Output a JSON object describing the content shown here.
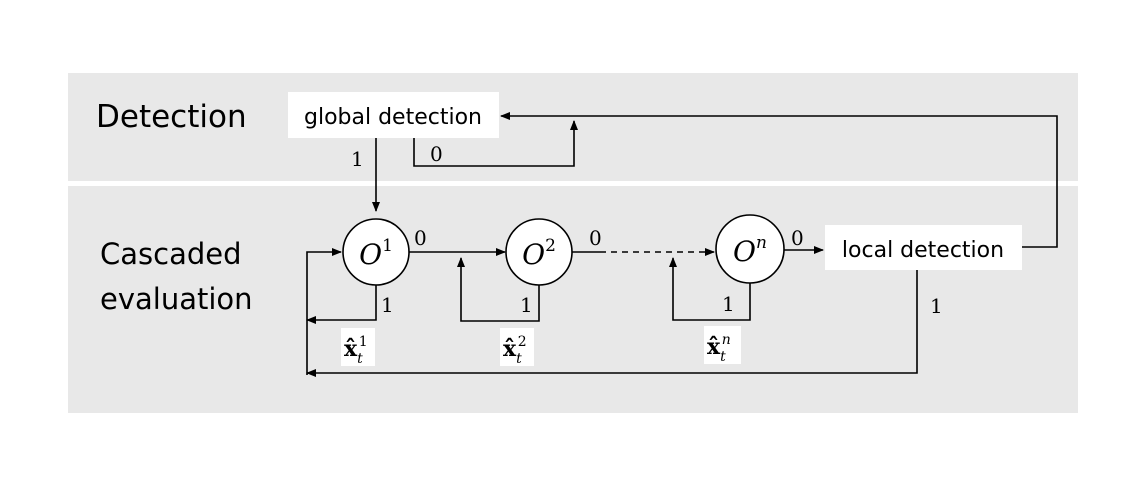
{
  "sections": {
    "detection": "Detection",
    "cascaded_line1": "Cascaded",
    "cascaded_line2": "evaluation"
  },
  "boxes": {
    "global": "global detection",
    "local": "local detection"
  },
  "nodes": [
    {
      "base": "O",
      "sup": "1"
    },
    {
      "base": "O",
      "sup": "2"
    },
    {
      "base": "O",
      "sup": "n"
    }
  ],
  "estimates": [
    {
      "base": "x̂",
      "sub": "t",
      "sup": "1"
    },
    {
      "base": "x̂",
      "sub": "t",
      "sup": "2"
    },
    {
      "base": "x̂",
      "sub": "t",
      "sup": "n"
    }
  ],
  "edge_labels": {
    "global_to_o1": "1",
    "global_loop": "0",
    "o1_zero": "0",
    "o2_zero": "0",
    "on_zero": "0",
    "o1_one": "1",
    "o2_one": "1",
    "on_one": "1",
    "local_one": "1"
  },
  "colors": {
    "band": "#e8e8e8",
    "box": "#ffffff",
    "stroke": "#000000"
  }
}
